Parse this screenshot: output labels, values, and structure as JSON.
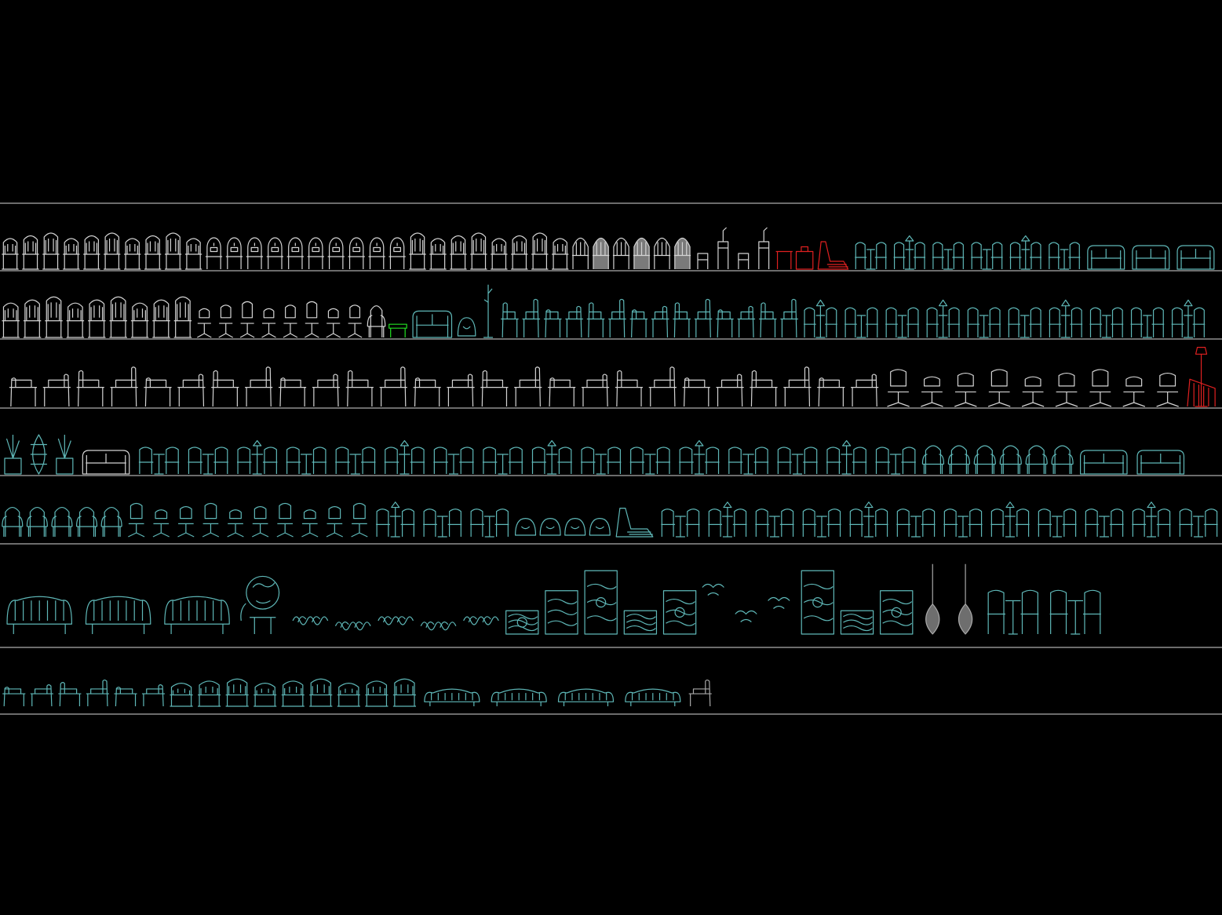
{
  "viewport": {
    "background": "#000000",
    "rule_color": "#d8d8d8"
  },
  "palette": {
    "white": "#d4d4d4",
    "cyan": "#5fb8b8",
    "red": "#e02020",
    "green": "#22e022",
    "gray": "#a8a8a8"
  },
  "rows": [
    {
      "name": "row-1-classical-chairs",
      "items": [
        {
          "kind": "highchair",
          "color": "white",
          "n": 10
        },
        {
          "kind": "roundback",
          "color": "white",
          "n": 10
        },
        {
          "kind": "highchair",
          "color": "white",
          "n": 8
        },
        {
          "kind": "archchair",
          "color": "white",
          "n": 6
        },
        {
          "kind": "stool",
          "color": "white",
          "n": 4
        },
        {
          "kind": "table",
          "color": "red",
          "n": 1
        },
        {
          "kind": "boxchair",
          "color": "red",
          "n": 1
        },
        {
          "kind": "lounger",
          "color": "red",
          "n": 1
        },
        {
          "kind": "tablechair",
          "color": "cyan",
          "n": 6
        },
        {
          "kind": "sofa",
          "color": "cyan",
          "n": 3
        }
      ]
    },
    {
      "name": "row-2-office-chairs",
      "items": [
        {
          "kind": "highchair",
          "color": "white",
          "n": 9
        },
        {
          "kind": "office",
          "color": "white",
          "n": 8
        },
        {
          "kind": "armchair",
          "color": "white",
          "n": 1
        },
        {
          "kind": "bench",
          "color": "green",
          "n": 1
        },
        {
          "kind": "sofa",
          "color": "cyan",
          "n": 1
        },
        {
          "kind": "pouf",
          "color": "cyan",
          "n": 1
        },
        {
          "kind": "pole",
          "color": "cyan",
          "n": 1
        },
        {
          "kind": "sidechair",
          "color": "cyan",
          "n": 14
        },
        {
          "kind": "tablechair",
          "color": "cyan",
          "n": 10
        }
      ]
    },
    {
      "name": "row-3-side-chairs",
      "items": [
        {
          "kind": "sidechair",
          "color": "white",
          "n": 26
        },
        {
          "kind": "office",
          "color": "white",
          "n": 9
        },
        {
          "kind": "lamp",
          "color": "red",
          "n": 1
        }
      ]
    },
    {
      "name": "row-4-sets",
      "items": [
        {
          "kind": "vase",
          "color": "cyan",
          "n": 3
        },
        {
          "kind": "sofa",
          "color": "white",
          "n": 1
        },
        {
          "kind": "tablechair",
          "color": "cyan",
          "n": 16
        },
        {
          "kind": "armchair",
          "color": "cyan",
          "n": 6
        },
        {
          "kind": "sofa",
          "color": "cyan",
          "n": 2
        }
      ]
    },
    {
      "name": "row-5-lounge-sets",
      "items": [
        {
          "kind": "armchair",
          "color": "cyan",
          "n": 5
        },
        {
          "kind": "office",
          "color": "cyan",
          "n": 10
        },
        {
          "kind": "tablechair",
          "color": "cyan",
          "n": 3
        },
        {
          "kind": "pouf",
          "color": "cyan",
          "n": 4
        },
        {
          "kind": "lounger",
          "color": "cyan",
          "n": 1
        },
        {
          "kind": "tablechair",
          "color": "cyan",
          "n": 12
        }
      ]
    },
    {
      "name": "row-6-decor-panels",
      "items": [
        {
          "kind": "chaise",
          "color": "cyan",
          "n": 3
        },
        {
          "kind": "globe",
          "color": "cyan",
          "n": 1
        },
        {
          "kind": "scroll",
          "color": "cyan",
          "n": 5
        },
        {
          "kind": "panel",
          "color": "cyan",
          "n": 5
        },
        {
          "kind": "bird",
          "color": "cyan",
          "n": 3
        },
        {
          "kind": "panel",
          "color": "cyan",
          "n": 3
        },
        {
          "kind": "hanger",
          "color": "gray",
          "n": 2
        },
        {
          "kind": "tablechair",
          "color": "cyan",
          "n": 2
        }
      ]
    },
    {
      "name": "row-7-chaises",
      "items": [
        {
          "kind": "sidechair",
          "color": "cyan",
          "n": 6
        },
        {
          "kind": "highchair",
          "color": "cyan",
          "n": 9
        },
        {
          "kind": "chaise",
          "color": "cyan",
          "n": 4
        },
        {
          "kind": "sidechair",
          "color": "gray",
          "n": 1
        }
      ]
    }
  ]
}
